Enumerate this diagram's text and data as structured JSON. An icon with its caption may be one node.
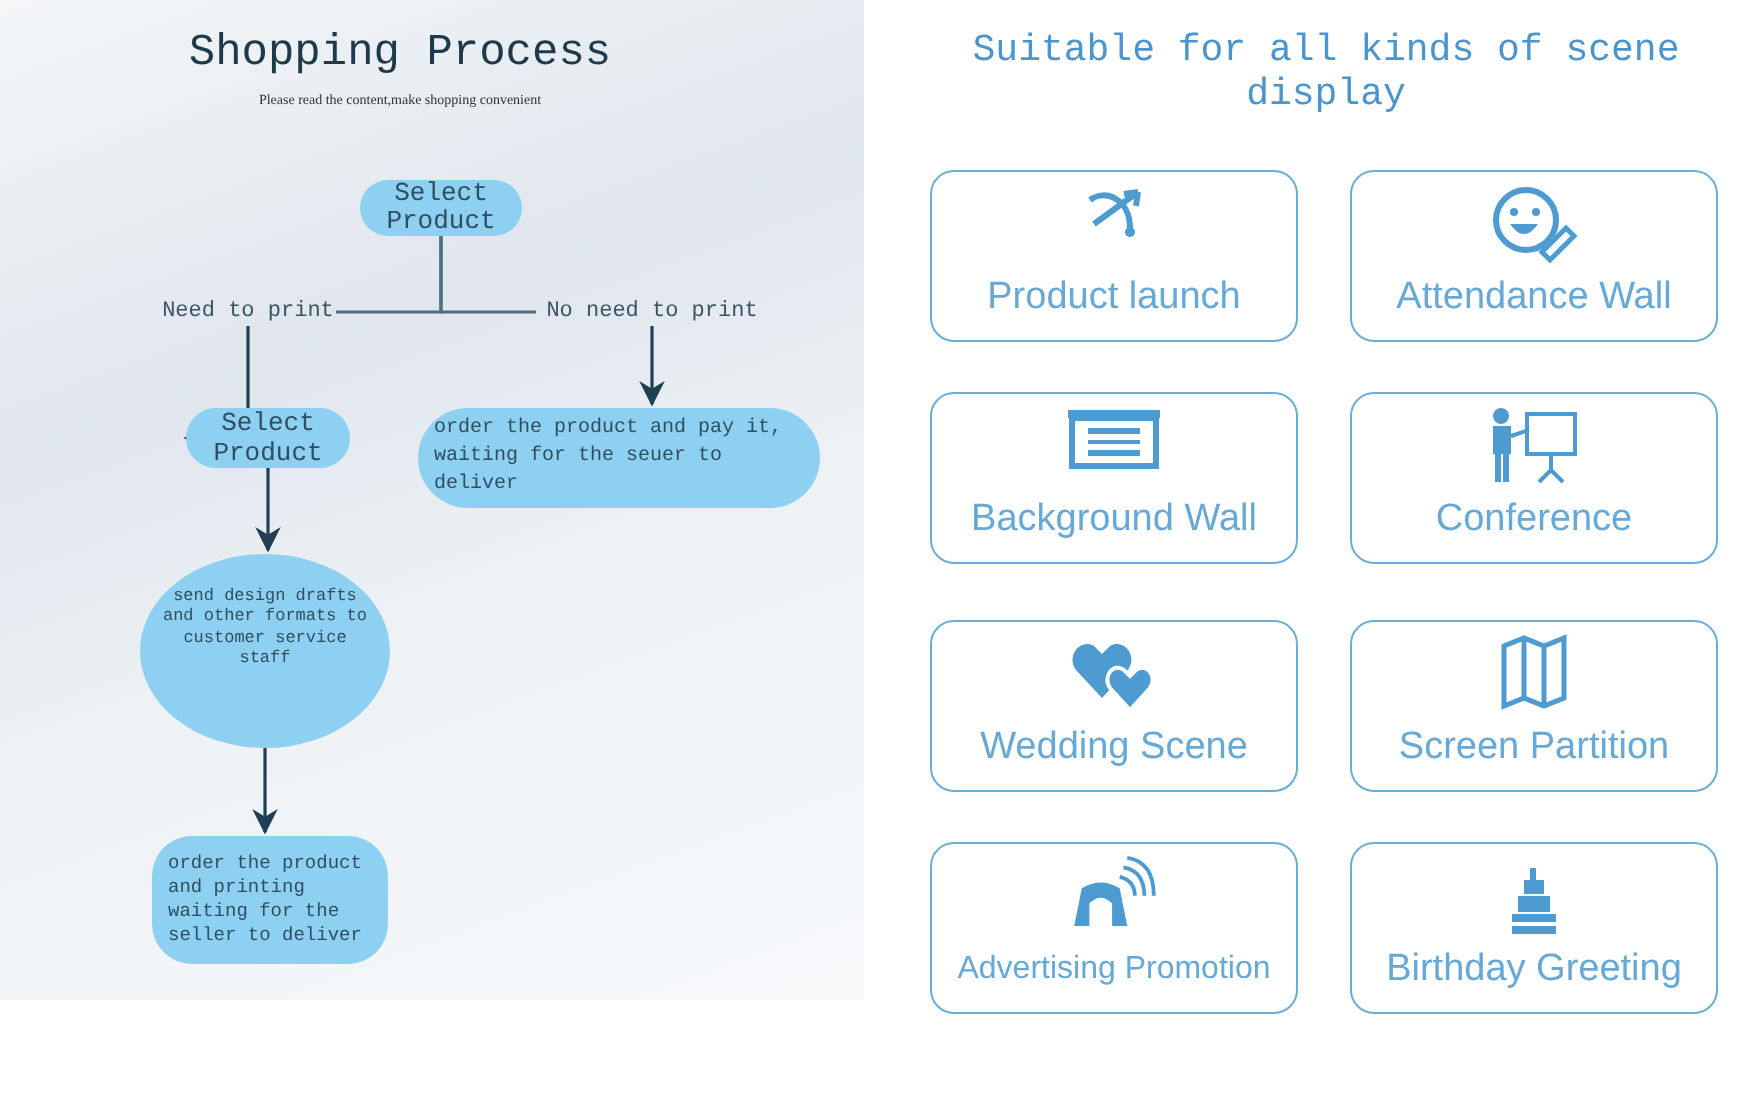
{
  "diagram": {
    "title": "Shopping Process",
    "nodes": [
      {
        "text": [
          "Select Product"
        ]
      },
      {
        "text": [
          "Need to print"
        ]
      },
      {
        "text": [
          "No need to print"
        ]
      },
      {
        "text": [
          "Select Product"
        ]
      },
      {
        "text": [
          "order the product and pay it, waiting for the seuer to deliver"
        ]
      },
      {
        "text": [
          "send design drafts and other formats to customer service staff"
        ]
      },
      {
        "text": [
          "order the product and printing waiting for the seller to deliver"
        ]
      },
      {
        "text": [
          "Product launch"
        ]
      },
      {
        "text": [
          "Attendance Wall"
        ]
      },
      {
        "text": [
          "Background Wall"
        ]
      },
      {
        "text": [
          "Conference"
        ]
      },
      {
        "text": [
          "Wedding Scene"
        ]
      },
      {
        "text": [
          "Screen Partition"
        ]
      },
      {
        "text": [
          "Advertising Promotion"
        ]
      },
      {
        "text": [
          "Birthday Greeting"
        ]
      }
    ],
    "edges": [
      {
        "from": 0,
        "to": 1,
        "arrow": "none"
      },
      {
        "from": 0,
        "to": 2,
        "arrow": "none"
      },
      {
        "from": 1,
        "to": 3,
        "arrow": "to"
      },
      {
        "from": 2,
        "to": 4,
        "arrow": "to"
      },
      {
        "from": 3,
        "to": 5,
        "arrow": "to"
      },
      {
        "from": 5,
        "to": 6,
        "arrow": "to"
      }
    ],
    "labels": [
      "Please read the content,make shopping convenient",
      "Suitable for all kinds of scene display"
    ]
  }
}
